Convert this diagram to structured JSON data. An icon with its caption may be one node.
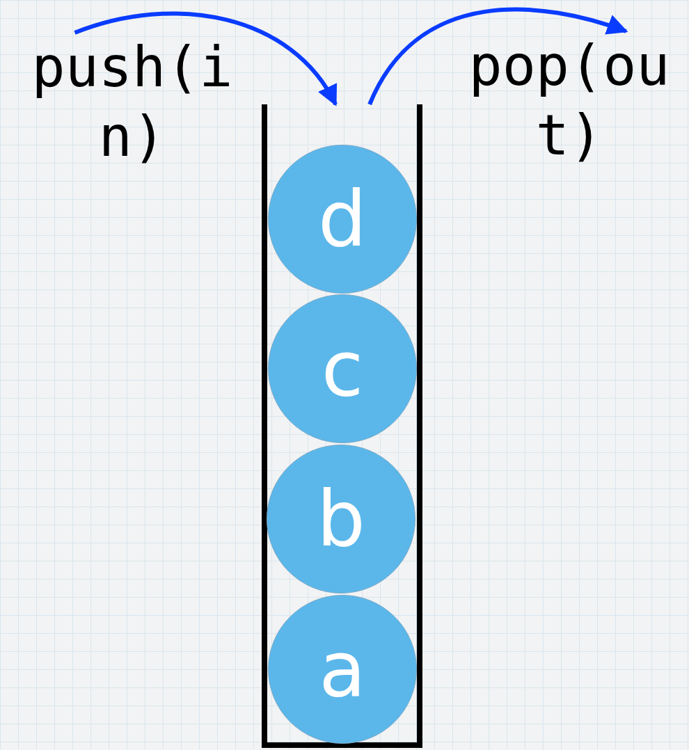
{
  "diagram": {
    "nodes": [
      {
        "text": [
          "push(in)"
        ]
      },
      {
        "text": [
          "pop(out)"
        ]
      },
      {
        "text": [],
        "shape": "box"
      },
      {
        "text": [
          "d"
        ],
        "in": 2
      },
      {
        "text": [
          "c"
        ],
        "in": 2
      },
      {
        "text": [
          "b"
        ],
        "in": 2
      },
      {
        "text": [
          "a"
        ],
        "in": 2
      }
    ],
    "edges": [
      {
        "from": 0,
        "to": 2,
        "arrow": "to"
      },
      {
        "from": 2,
        "to": 1,
        "arrow": "to"
      }
    ]
  }
}
